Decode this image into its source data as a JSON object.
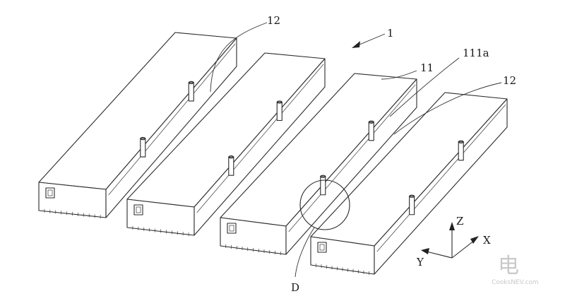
{
  "labels": {
    "assembly": "1",
    "housing": "11",
    "housing_face": "111a",
    "connector_left": "12",
    "connector_right": "12",
    "detail": "D"
  },
  "axes": {
    "x": "X",
    "y": "Y",
    "z": "Z"
  },
  "watermark": {
    "glyphs": "电",
    "site": "CooksNEV.com"
  }
}
